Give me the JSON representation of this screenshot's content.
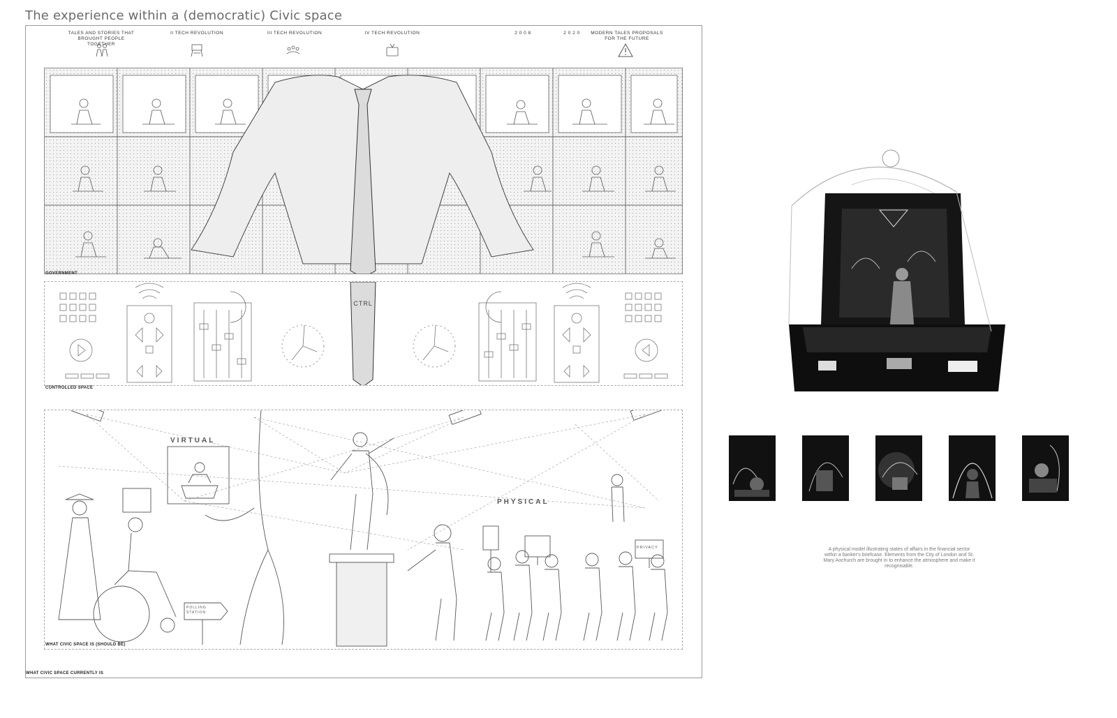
{
  "title": "The experience within a (democratic) Civic space",
  "eras": [
    {
      "label": "TALES AND STORIES THAT BROUGHT PEOPLE TOGETHER",
      "icon": "people-group-icon"
    },
    {
      "label": "II TECH REVOLUTION",
      "icon": "loom-icon"
    },
    {
      "label": "III TECH REVOLUTION",
      "icon": "crowd-icon"
    },
    {
      "label": "IV TECH REVOLUTION",
      "icon": "tv-icon"
    },
    {
      "label": "2 0 0 8",
      "icon": ""
    },
    {
      "label": "2 0 2 0",
      "icon": ""
    },
    {
      "label": "MODERN TALES PROPOSALS FOR THE FUTURE",
      "icon": "warning-icon"
    }
  ],
  "bands": {
    "government": "GOVERNMENT",
    "controlled": "CONTROLLED SPACE",
    "civic": "WHAT CIVIC SPACE IS (SHOULD BE)"
  },
  "poster_words": {
    "virtual": "VIRTUAL",
    "physical": "PHYSICAL",
    "privacy": "PRIVACY",
    "polling": "POLLING STATION",
    "ctrl": "CTRL"
  },
  "bottom_label": "WHAT CIVIC SPACE CURRENTLY IS",
  "caption": "A physical model illustrating states of affairs in the financial sector within a banker's briefcase. Elements from the City of London and St. Mary Aochurch are brought in to enhance the atmosphere and make it recognisable.",
  "thumbnails": [
    {
      "icon": "model-detail-photo-1"
    },
    {
      "icon": "model-detail-photo-2"
    },
    {
      "icon": "model-detail-photo-3"
    },
    {
      "icon": "model-detail-photo-4"
    },
    {
      "icon": "model-detail-photo-5"
    }
  ],
  "colors": {
    "ink": "#333333",
    "paper": "#ffffff",
    "photo_bg": "#111111"
  }
}
